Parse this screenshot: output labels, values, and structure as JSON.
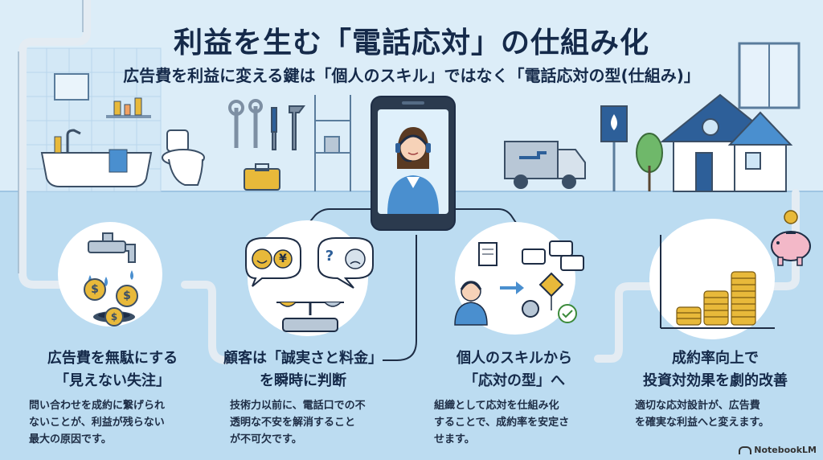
{
  "title": "利益を生む「電話応対」の仕組み化",
  "subtitle": "広告費を利益に変える鍵は「個人のスキル」ではなく「電話応対の型(仕組み)」",
  "cards": [
    {
      "title_line1": "広告費を無駄にする",
      "title_line2": "「見えない失注」",
      "body_line1": "問い合わせを成約に繋げられ",
      "body_line2": "ないことが、利益が残らない",
      "body_line3": "最大の原因です。"
    },
    {
      "title_line1": "顧客は「誠実さと料金」",
      "title_line2": "を瞬時に判断",
      "body_line1": "技術力以前に、電話口での不",
      "body_line2": "透明な不安を解消すること",
      "body_line3": "が不可欠です。"
    },
    {
      "title_line1": "個人のスキルから",
      "title_line2": "「応対の型」へ",
      "body_line1": "組織として応対を仕組み化",
      "body_line2": "することで、成約率を安定さ",
      "body_line3": "せます。"
    },
    {
      "title_line1": "成約率向上で",
      "title_line2": "投資対効果を劇的改善",
      "body_line1": "適切な応対設計が、広告費",
      "body_line2": "を確実な利益へと変えます。",
      "body_line3": ""
    }
  ],
  "icons": {
    "coin_symbol": "$",
    "yen_symbol": "¥",
    "question_symbol": "?"
  },
  "brand": "NotebookLM",
  "colors": {
    "background": "#cfe6f6",
    "navy": "#152a4a",
    "pipe": "#e4ecf3",
    "coin": "#e8b93a"
  }
}
